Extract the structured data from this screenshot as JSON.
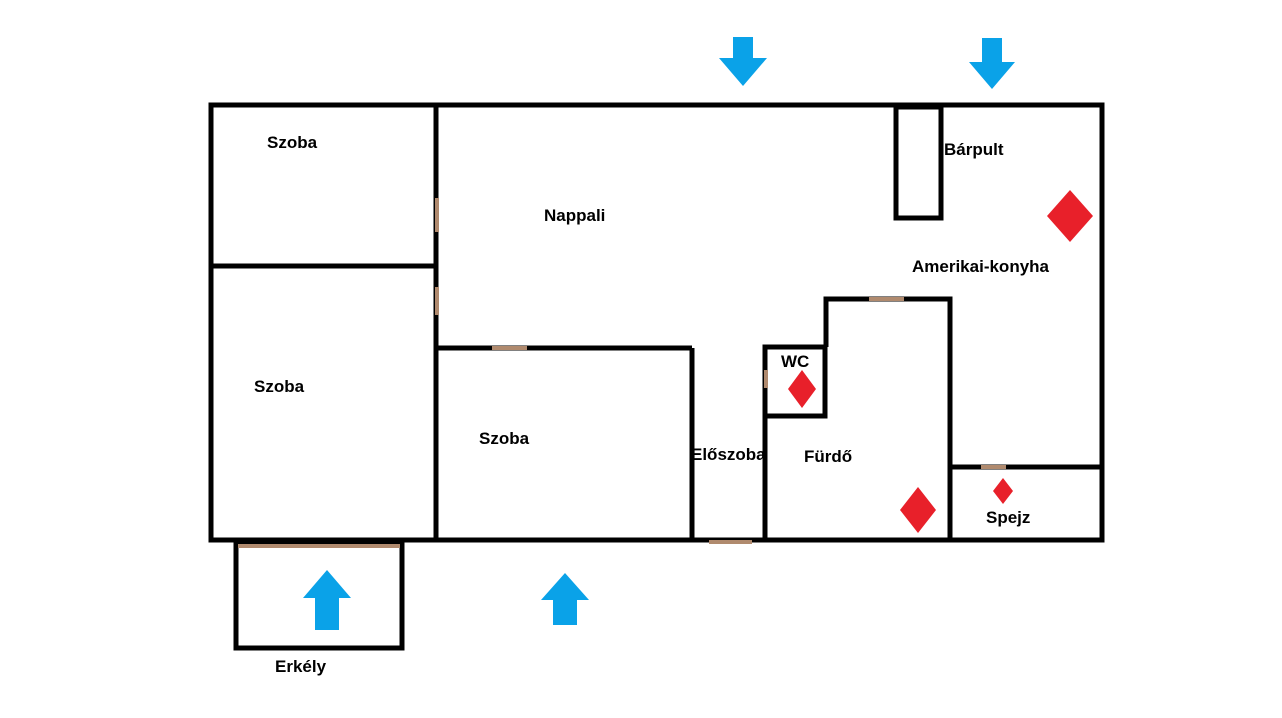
{
  "floorplan": {
    "colors": {
      "wall": "#000000",
      "window": "#1da1e0",
      "door": "#b08a6e",
      "arrow": "#0aa2e8",
      "marker": "#e8202a"
    },
    "rooms": {
      "szoba_top_left": "Szoba",
      "szoba_left": "Szoba",
      "szoba_middle": "Szoba",
      "nappali": "Nappali",
      "barpult": "Bárpult",
      "amerikai_konyha": "Amerikai-konyha",
      "wc": "WC",
      "eloszoba": "Előszoba",
      "furdo": "Fürdő",
      "spejz": "Spejz",
      "erkely": "Erkély"
    }
  }
}
